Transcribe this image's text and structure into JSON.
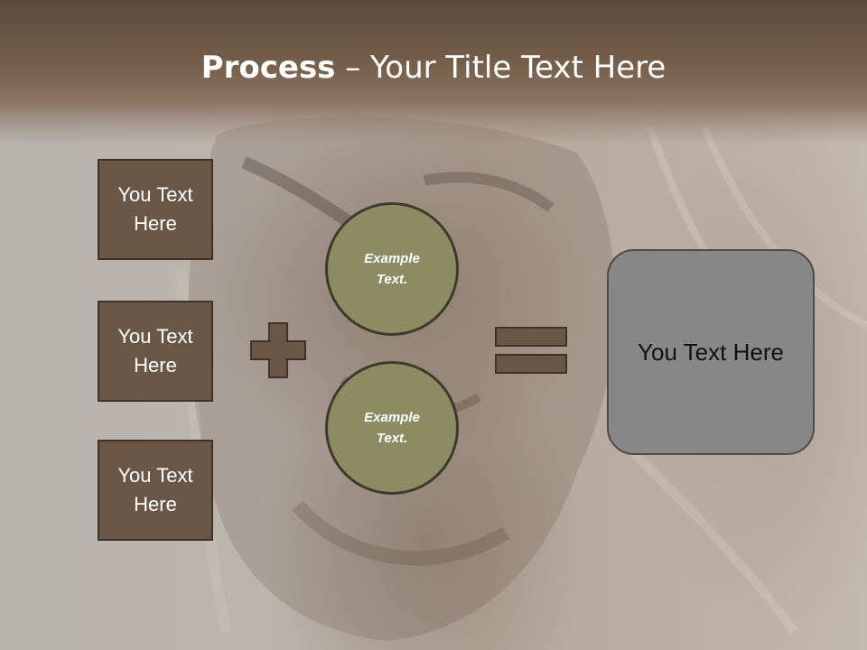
{
  "slide": {
    "title_bold": "Process",
    "title_rest": " – Your Title Text Here",
    "boxes": [
      {
        "label": "You Text Here"
      },
      {
        "label": "You Text Here"
      },
      {
        "label": "You Text Here"
      }
    ],
    "circles": [
      {
        "label": "Example Text."
      },
      {
        "label": "Example Text."
      }
    ],
    "result_label": "You Text Here",
    "operators": [
      "plus-icon",
      "equals-icon"
    ]
  },
  "colors": {
    "title_band": "#765f4b",
    "box_fill": "#6b5747",
    "circle_fill": "#8d8b63",
    "result_fill": "#878787",
    "operator_fill": "#6b5747"
  }
}
